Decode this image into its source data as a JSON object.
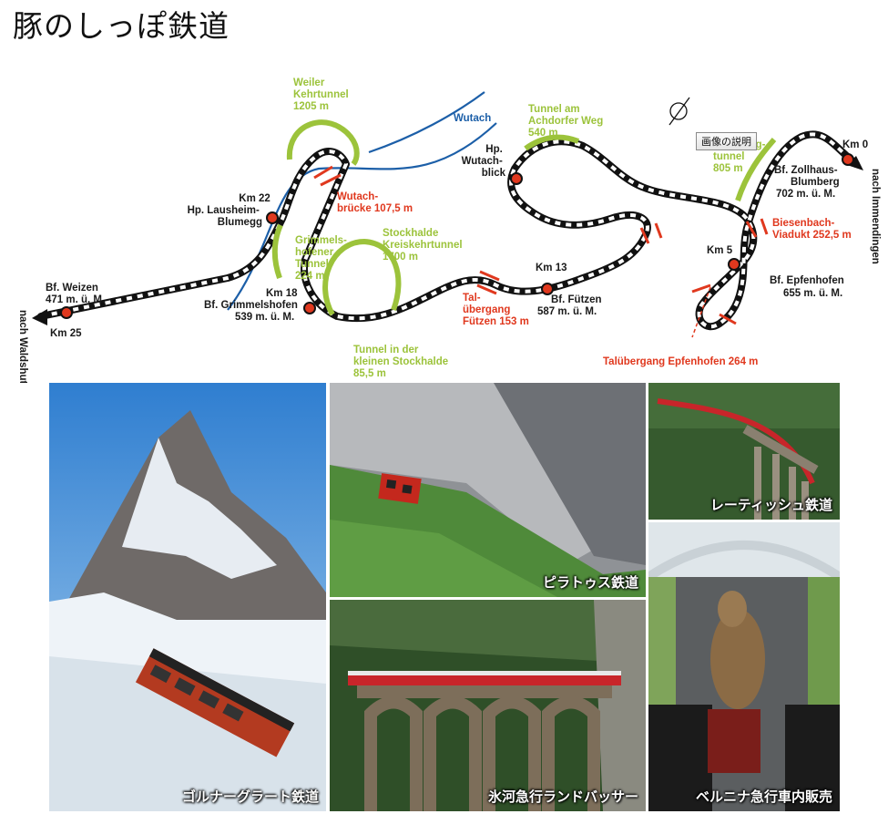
{
  "title": "豚のしっぽ鉄道",
  "image_button": "画像の説明",
  "map": {
    "stations": [
      {
        "id": "weizen",
        "lines": [
          "Bf. Weizen",
          "471 m. ü. M."
        ]
      },
      {
        "id": "km25",
        "lines": [
          "Km 25"
        ]
      },
      {
        "id": "km18",
        "lines": [
          "Km 18",
          "Bf. Grimmelshofen",
          "539 m. ü. M."
        ]
      },
      {
        "id": "km22",
        "lines": [
          "Km 22",
          "Hp. Lausheim-",
          "Blumegg"
        ]
      },
      {
        "id": "wutachblick",
        "lines": [
          "Hp.",
          "Wutach-",
          "blick"
        ]
      },
      {
        "id": "km13",
        "lines": [
          "Km 13"
        ]
      },
      {
        "id": "fuetzen",
        "lines": [
          "Bf. Fützen",
          "587 m. ü. M."
        ]
      },
      {
        "id": "km5",
        "lines": [
          "Km 5"
        ]
      },
      {
        "id": "epfenhofen",
        "lines": [
          "Bf. Epfenhofen",
          "655 m. ü. M."
        ]
      },
      {
        "id": "km0",
        "lines": [
          "Km 0"
        ]
      },
      {
        "id": "zollhaus",
        "lines": [
          "Bf. Zollhaus-",
          "Blumberg",
          "702 m. ü. M."
        ]
      }
    ],
    "tunnels": [
      {
        "id": "weiler",
        "lines": [
          "Weiler",
          "Kehrtunnel",
          "1205 m"
        ]
      },
      {
        "id": "grimmels",
        "lines": [
          "Grimmels-",
          "hofener",
          "Tunnel",
          "224 m"
        ]
      },
      {
        "id": "stockhalde",
        "lines": [
          "Stockhalde",
          "Kreiskehrtunnel",
          "1700 m"
        ]
      },
      {
        "id": "kleinen",
        "lines": [
          "Tunnel in der",
          "kleinen Stockhalde",
          "85,5 m"
        ]
      },
      {
        "id": "achdorfer",
        "lines": [
          "Tunnel am",
          "Achdorfer Weg",
          "540 m"
        ]
      },
      {
        "id": "buchberg",
        "lines": [
          "Buchberg-",
          "tunnel",
          "805 m"
        ]
      }
    ],
    "bridges": [
      {
        "id": "wutachbruecke",
        "lines": [
          "Wutach-",
          "brücke 107,5 m"
        ]
      },
      {
        "id": "fuetzenbr",
        "lines": [
          "Tal-",
          "übergang",
          "Fützen 153 m"
        ]
      },
      {
        "id": "biesenbach",
        "lines": [
          "Biesenbach-",
          "Viadukt 252,5 m"
        ]
      },
      {
        "id": "epfenhofenbr",
        "lines": [
          "Talübergang Epfenhofen 264 m"
        ]
      }
    ],
    "river": "Wutach",
    "dir_left": "nach Waldshut",
    "dir_right": "nach Immendingen"
  },
  "photos": {
    "gornergrat": "ゴルナーグラート鉄道",
    "pilatus": "ピラトゥス鉄道",
    "rhaetische": "レーティッシュ鉄道",
    "glacier": "氷河急行ランドバッサー",
    "bernina": "ベルニナ急行車内販売"
  },
  "colors": {
    "tunnel": "#9cc33b",
    "bridge": "#e0381e",
    "river": "#1c5fa8",
    "station": "#e0381e"
  }
}
